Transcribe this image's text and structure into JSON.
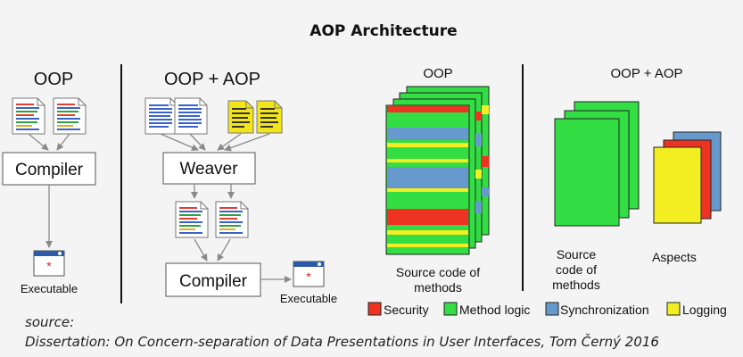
{
  "title": "AOP Architecture",
  "left": {
    "oop_header": "OOP",
    "aop_header": "OOP + AOP",
    "compiler_label": "Compiler",
    "weaver_label": "Weaver",
    "executable_label": "Executable",
    "executable_mark": "*"
  },
  "right": {
    "oop_header": "OOP",
    "aop_header": "OOP + AOP",
    "source_caption": [
      "Source code of",
      "methods"
    ],
    "source_caption_2": [
      "Source",
      "code of",
      "methods"
    ],
    "aspects_caption": "Aspects",
    "legend": [
      {
        "label": "Security",
        "color": "#ee3322"
      },
      {
        "label": "Method logic",
        "color": "#33dd44"
      },
      {
        "label": "Synchronization",
        "color": "#6699cc"
      },
      {
        "label": "Logging",
        "color": "#f2ee22"
      }
    ]
  },
  "colors": {
    "security": "#ee3322",
    "method_logic": "#33dd44",
    "synchronization": "#6699cc",
    "logging": "#f2ee22",
    "aspect_doc": "#f2e61a",
    "doc_blue": "#3a63c8"
  },
  "source": {
    "line1": "source:",
    "line2": "Dissertation: On Concern-separation of Data Presentations in User Interfaces, Tom Černý 2016"
  }
}
